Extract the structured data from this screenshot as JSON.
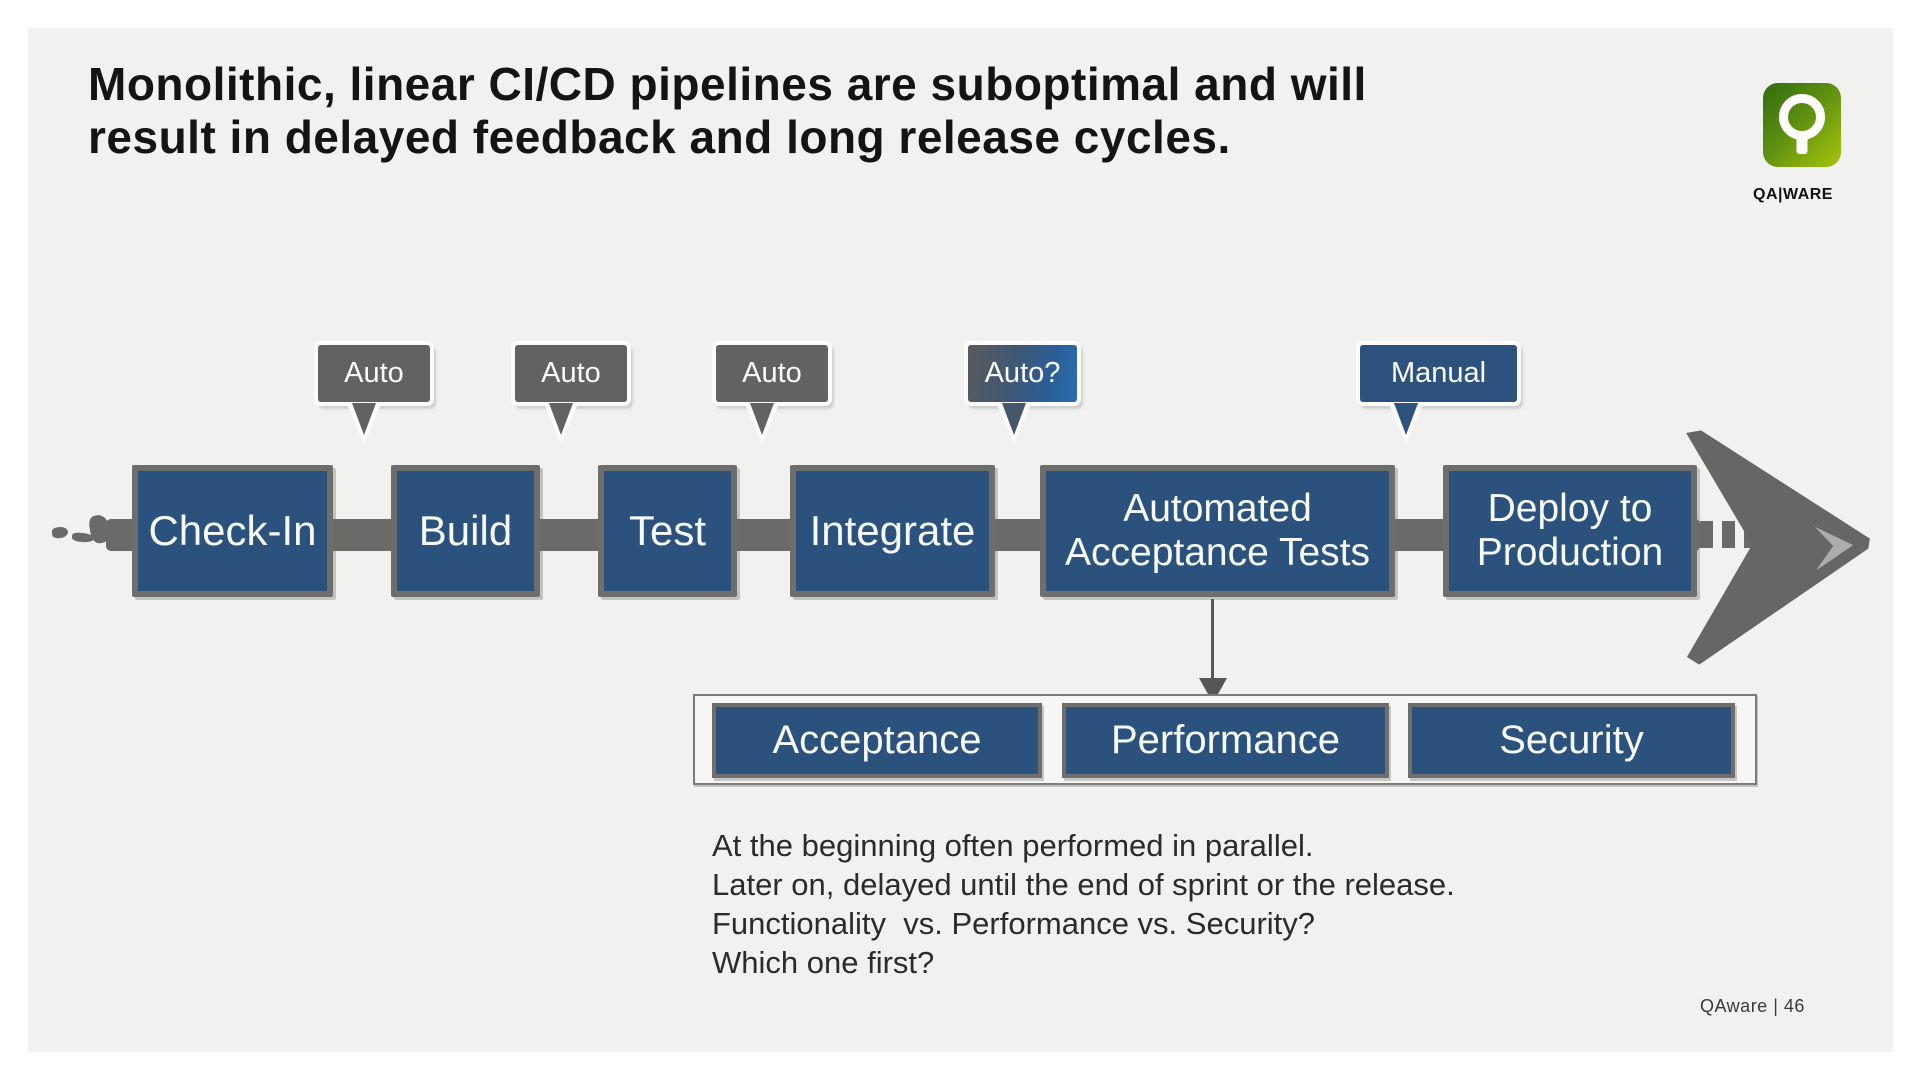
{
  "slide": {
    "title_line1": "Monolithic, linear CI/CD pipelines are suboptimal and will",
    "title_line2": "result in delayed feedback and long release cycles.",
    "logo_text": "QA|WARE",
    "footer": "QAware | 46"
  },
  "pipeline": {
    "callouts": [
      {
        "label": "Auto",
        "style": "gray"
      },
      {
        "label": "Auto",
        "style": "gray"
      },
      {
        "label": "Auto",
        "style": "gray"
      },
      {
        "label": "Auto?",
        "style": "gray-to-blue-gradient"
      },
      {
        "label": "Manual",
        "style": "blue"
      }
    ],
    "stages": [
      {
        "lines": [
          "Check-In"
        ]
      },
      {
        "lines": [
          "Build"
        ]
      },
      {
        "lines": [
          "Test"
        ]
      },
      {
        "lines": [
          "Integrate"
        ]
      },
      {
        "lines": [
          "Automated",
          "Acceptance Tests"
        ]
      },
      {
        "lines": [
          "Deploy to",
          "Production"
        ]
      }
    ],
    "subtests": [
      "Acceptance",
      "Performance",
      "Security"
    ]
  },
  "notes": {
    "lines": [
      "At the beginning often performed in parallel.",
      "Later on, delayed until the end of sprint or the release.",
      "Functionality  vs. Performance vs. Security?",
      "Which one first?"
    ]
  },
  "colors": {
    "slide_background": "#f1f1ef",
    "box_blue": "#2b527d",
    "callout_gray": "#626261",
    "connector_gray": "#6a6a68",
    "logo_green_dark": "#2f6b10",
    "logo_green_light": "#a6c50d",
    "title_text": "#141414"
  }
}
